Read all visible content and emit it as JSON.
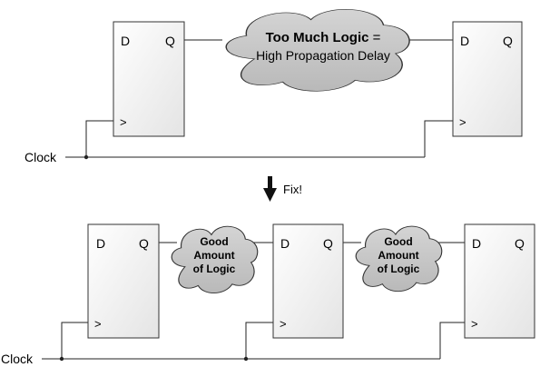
{
  "top": {
    "ff1": {
      "d": "D",
      "q": "Q",
      "clk": ">"
    },
    "ff2": {
      "d": "D",
      "q": "Q",
      "clk": ">"
    },
    "cloud": {
      "line1": "Too Much Logic",
      "equals": " =",
      "line2": "High Propagation Delay"
    },
    "clock_label": "Clock"
  },
  "fix_label": "Fix!",
  "bottom": {
    "ff1": {
      "d": "D",
      "q": "Q",
      "clk": ">"
    },
    "ff2": {
      "d": "D",
      "q": "Q",
      "clk": ">"
    },
    "ff3": {
      "d": "D",
      "q": "Q",
      "clk": ">"
    },
    "cloud1": {
      "line1": "Good",
      "line2": "Amount",
      "line3": "of Logic"
    },
    "cloud2": {
      "line1": "Good",
      "line2": "Amount",
      "line3": "of Logic"
    },
    "clock_label": "Clock"
  }
}
